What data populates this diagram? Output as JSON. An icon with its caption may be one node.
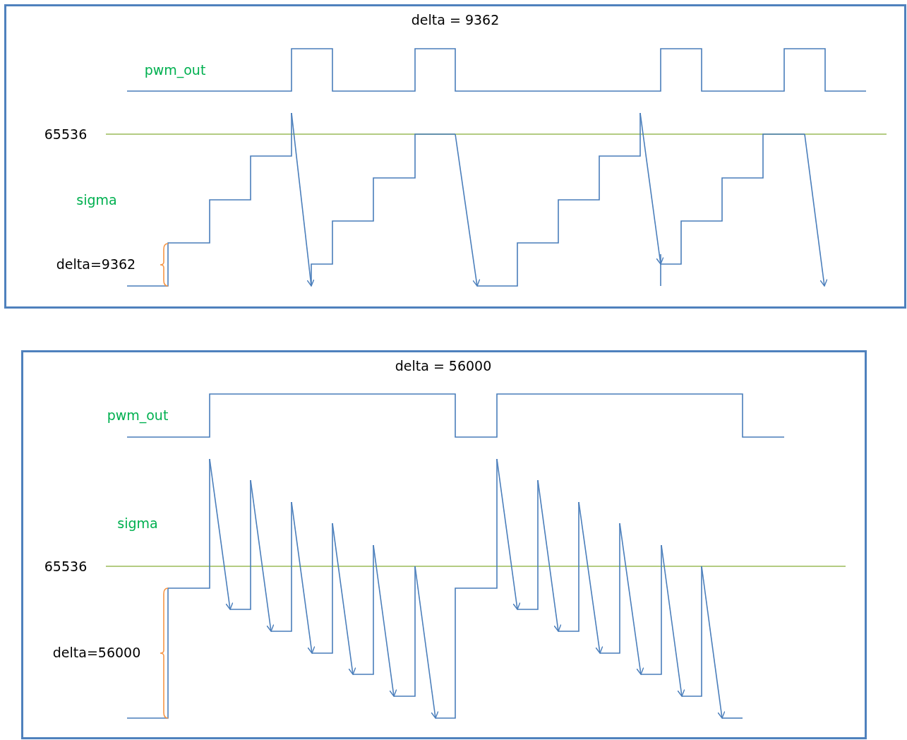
{
  "diagram": {
    "nodes": [
      {
        "text": [
          "delta = 9362"
        ]
      },
      {
        "text": [
          "delta = 56000"
        ]
      }
    ],
    "labels": [
      "pwm_out",
      "65536",
      "sigma",
      "delta=9362",
      "pwm_out",
      "sigma",
      "65536",
      "delta=56000"
    ]
  }
}
